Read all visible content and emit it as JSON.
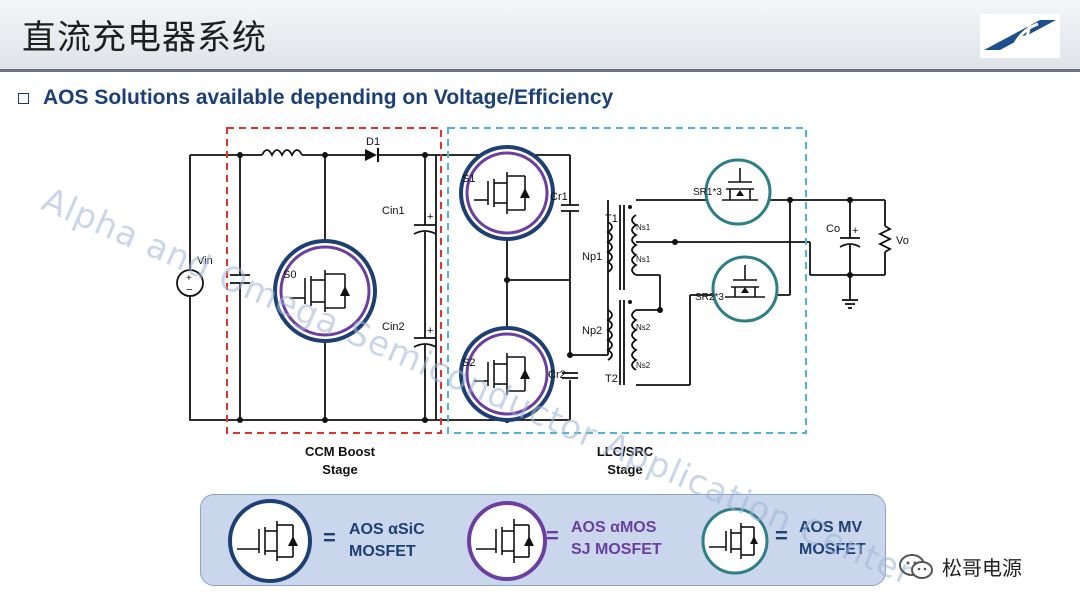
{
  "header": {
    "title": "直流充电器系统"
  },
  "subtitle": "AOS Solutions available depending on Voltage/Efficiency",
  "circuit": {
    "labels": {
      "vin": "Vin",
      "d1": "D1",
      "cin1": "Cin1",
      "cin2": "Cin2",
      "s0": "S0",
      "s1": "S1",
      "s2": "S2",
      "cr1": "Cr1",
      "cr2": "Cr2",
      "t1": "T1",
      "t2": "T2",
      "np1": "Np1",
      "np2": "Np2",
      "ns": "Ns1",
      "ns2": "Ns2",
      "sr1": "SR1*3",
      "sr2": "SR2*3",
      "co": "Co",
      "vo": "Vo",
      "plus": "+",
      "minus": "−"
    },
    "stage_boost": {
      "line1": "CCM Boost",
      "line2": "Stage"
    },
    "stage_llc": {
      "line1": "LLC/SRC",
      "line2": "Stage"
    }
  },
  "legend": {
    "eq": "=",
    "items": [
      {
        "line1": "AOS αSiC",
        "line2": "MOSFET",
        "color": "#1d3f73"
      },
      {
        "line1": "AOS  αMOS",
        "line2": "SJ MOSFET",
        "color": "#6b3fa0"
      },
      {
        "line1": "AOS MV",
        "line2": "MOSFET",
        "color": "#2d7e86"
      }
    ]
  },
  "watermark": "Alpha and Omega Semiconductor Application Center",
  "wechat": {
    "label": "松哥电源",
    "icon": "wechat-icon"
  },
  "colors": {
    "title_text": "#1c3f7a",
    "boost_box": "#e0332f",
    "llc_box": "#4fb3d6",
    "sic_ring": "#1d3f73",
    "sj_ring": "#6b3fa0",
    "mv_ring": "#2d7e86"
  }
}
